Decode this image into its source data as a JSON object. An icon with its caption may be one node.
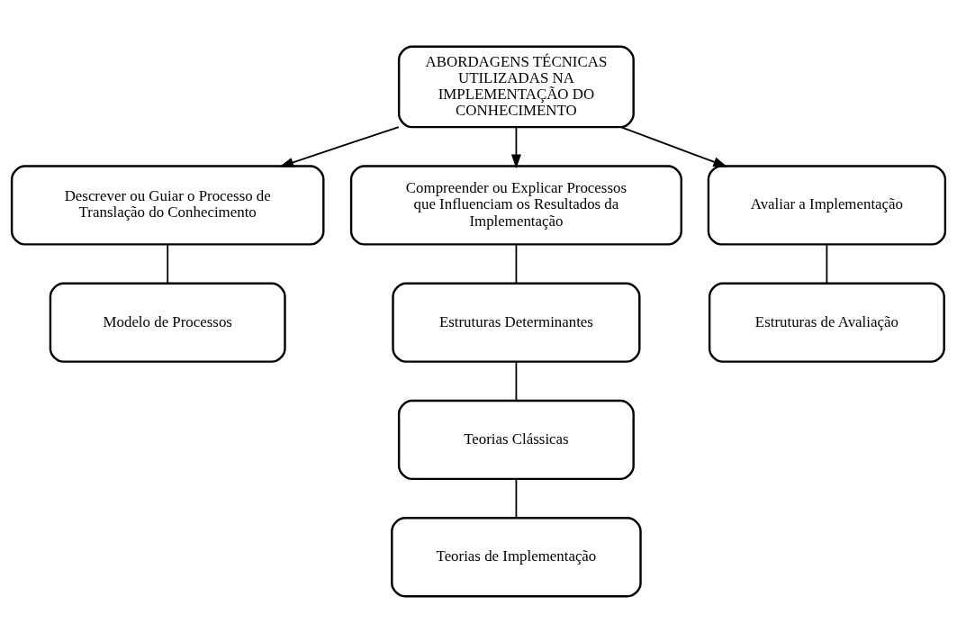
{
  "diagram": {
    "nodes": [
      {
        "text": [
          "ABORDAGENS TÉCNICAS UTILIZADAS NA IMPLEMENTAÇÃO DO CONHECIMENTO"
        ]
      },
      {
        "text": [
          "Descrever ou Guiar o Processo de Translação do Conhecimento"
        ]
      },
      {
        "text": [
          "Compreender ou Explicar Processos que Influenciam os Resultados da Implementação"
        ]
      },
      {
        "text": [
          "Avaliar a Implementação"
        ]
      },
      {
        "text": [
          "Modelo de Processos"
        ]
      },
      {
        "text": [
          "Estruturas Determinantes"
        ]
      },
      {
        "text": [
          "Teorias Clássicas"
        ]
      },
      {
        "text": [
          "Teorias de Implementação"
        ]
      },
      {
        "text": [
          "Estruturas de Avaliação"
        ]
      }
    ],
    "edges": [
      {
        "from": 0,
        "to": 1,
        "arrow": "to"
      },
      {
        "from": 0,
        "to": 2,
        "arrow": "to"
      },
      {
        "from": 0,
        "to": 3,
        "arrow": "to"
      },
      {
        "from": 1,
        "to": 4,
        "arrow": "none"
      },
      {
        "from": 2,
        "to": 5,
        "arrow": "none"
      },
      {
        "from": 5,
        "to": 6,
        "arrow": "none"
      },
      {
        "from": 6,
        "to": 7,
        "arrow": "none"
      },
      {
        "from": 3,
        "to": 8,
        "arrow": "none"
      }
    ]
  }
}
